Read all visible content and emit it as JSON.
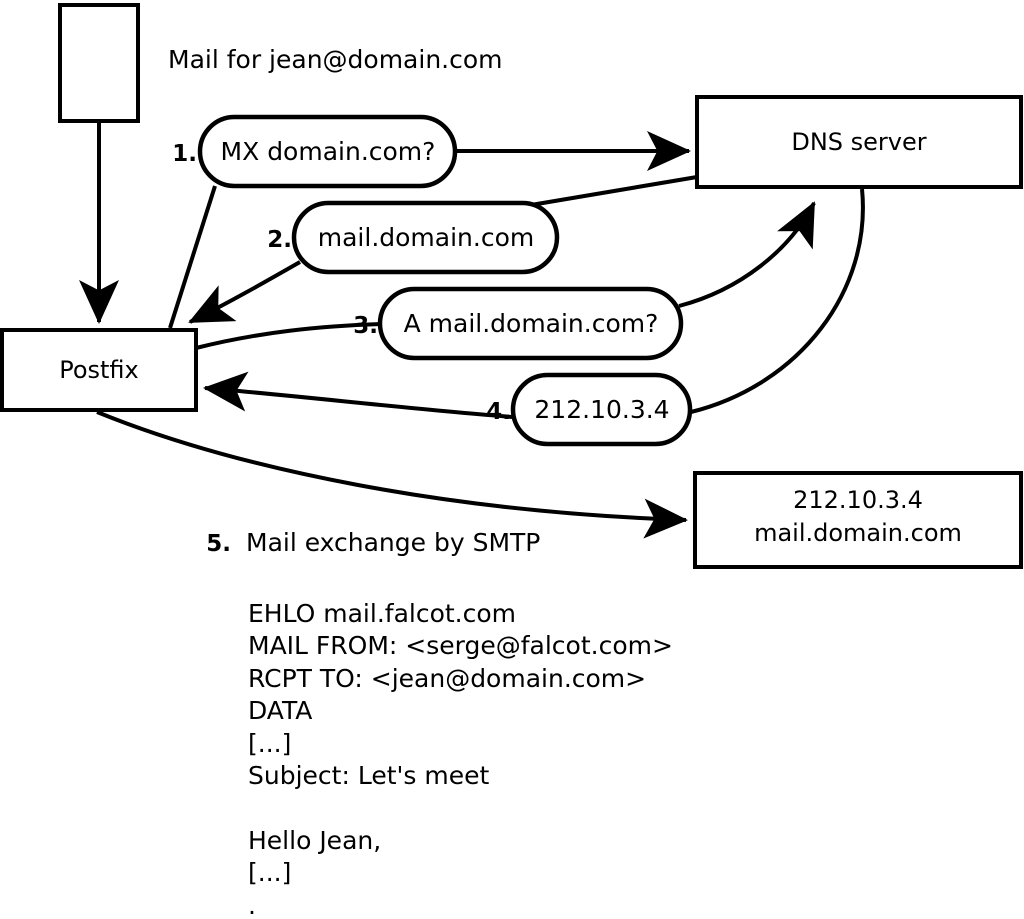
{
  "diagram": {
    "title_text": "Mail for jean@domain.com",
    "nodes": [
      {
        "id": "sender",
        "label": ""
      },
      {
        "id": "postfix",
        "label": "Postfix"
      },
      {
        "id": "dns",
        "label": "DNS server"
      },
      {
        "id": "mailserver",
        "label_line1": "212.10.3.4",
        "label_line2": "mail.domain.com"
      }
    ],
    "steps": [
      {
        "num": "1.",
        "label": "MX domain.com?"
      },
      {
        "num": "2.",
        "label": "mail.domain.com"
      },
      {
        "num": "3.",
        "label": "A mail.domain.com?"
      },
      {
        "num": "4.",
        "label": "212.10.3.4"
      }
    ],
    "step5": {
      "num": "5.",
      "caption": "Mail exchange by SMTP"
    },
    "smtp_transcript": [
      "EHLO mail.falcot.com",
      "MAIL FROM: <serge@falcot.com>",
      "RCPT TO: <jean@domain.com>",
      "DATA",
      "[...]",
      "Subject: Let's meet"
    ],
    "message_body": [
      "Hello Jean,",
      "[...]",
      "."
    ],
    "colors": {
      "stroke": "#000000",
      "fill": "#ffffff",
      "background": "#ffffff"
    }
  }
}
